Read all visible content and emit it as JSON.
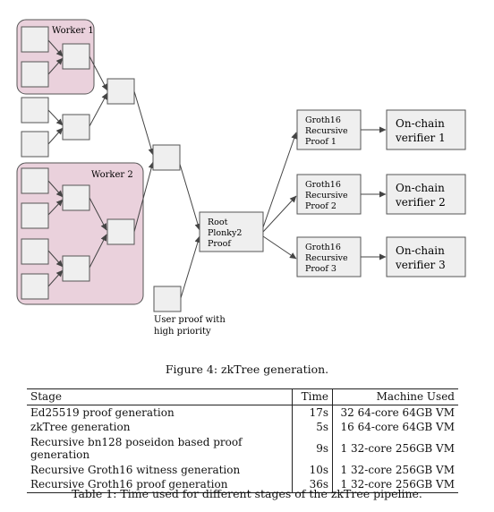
{
  "figure": {
    "caption": "Figure 4: zkTree generation.",
    "worker1_label": "Worker 1",
    "worker2_label": "Worker 2",
    "root_label": [
      "Root",
      "Plonky2",
      "Proof"
    ],
    "user_proof_label": [
      "User proof with",
      "high priority"
    ],
    "groth_labels": [
      [
        "Groth16",
        "Recursive",
        "Proof 1"
      ],
      [
        "Groth16",
        "Recursive",
        "Proof 2"
      ],
      [
        "Groth16",
        "Recursive",
        "Proof 3"
      ]
    ],
    "verifier_labels": [
      [
        "On-chain",
        "verifier 1"
      ],
      [
        "On-chain",
        "verifier 2"
      ],
      [
        "On-chain",
        "verifier 3"
      ]
    ],
    "colors": {
      "worker_fill": "#ead1dc",
      "box_fill": "#efefef",
      "stroke": "#444444"
    }
  },
  "table": {
    "caption": "Table 1: Time used for different stages of the zkTree pipeline.",
    "headers": [
      "Stage",
      "Time",
      "Machine Used"
    ],
    "rows": [
      [
        "Ed25519 proof generation",
        "17s",
        "32 64-core 64GB VM"
      ],
      [
        "zkTree generation",
        "5s",
        "16 64-core 64GB VM"
      ],
      [
        "Recursive bn128 poseidon based proof generation",
        "9s",
        "1 32-core 256GB VM"
      ],
      [
        "Recursive Groth16 witness generation",
        "10s",
        "1 32-core 256GB VM"
      ],
      [
        "Recursive Groth16 proof generation",
        "36s",
        "1 32-core 256GB VM"
      ]
    ]
  }
}
